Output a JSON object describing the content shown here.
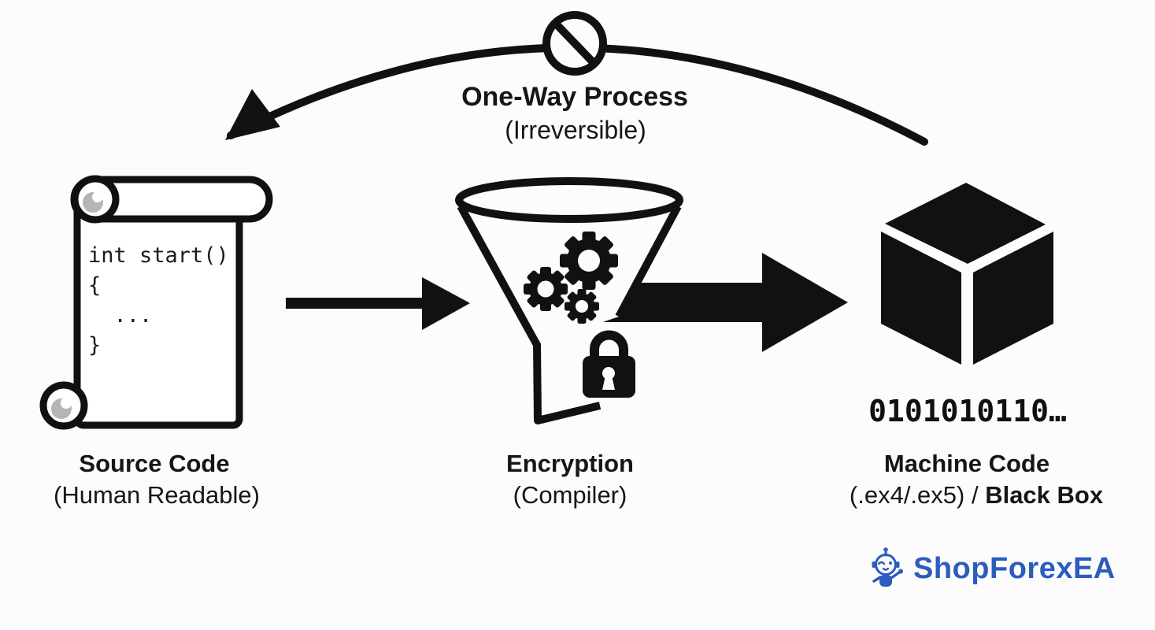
{
  "top": {
    "title": "One-Way Process",
    "subtitle": "(Irreversible)",
    "icon": "prohibition-no-symbol"
  },
  "source": {
    "icon": "scroll-paper",
    "code_lines": [
      "int start()",
      "{",
      "  ...",
      "}"
    ],
    "label": "Source Code",
    "sublabel": "(Human Readable)"
  },
  "process": {
    "icon": "funnel-with-gears-and-lock",
    "label": "Encryption",
    "sublabel": "(Compiler)"
  },
  "output": {
    "icon": "black-cube",
    "binary": "0101010110…",
    "label": "Machine Code",
    "sublabel_regular": "(.ex4/.ex5) / ",
    "sublabel_bold": "Black Box"
  },
  "branding": {
    "logo_icon": "robot-mascot",
    "logo_text": "ShopForexEA"
  },
  "colors": {
    "ink": "#161616",
    "background": "#fcfcfc",
    "logo_blue": "#2b5cbe",
    "curl_gray": "#b5b5b5"
  }
}
